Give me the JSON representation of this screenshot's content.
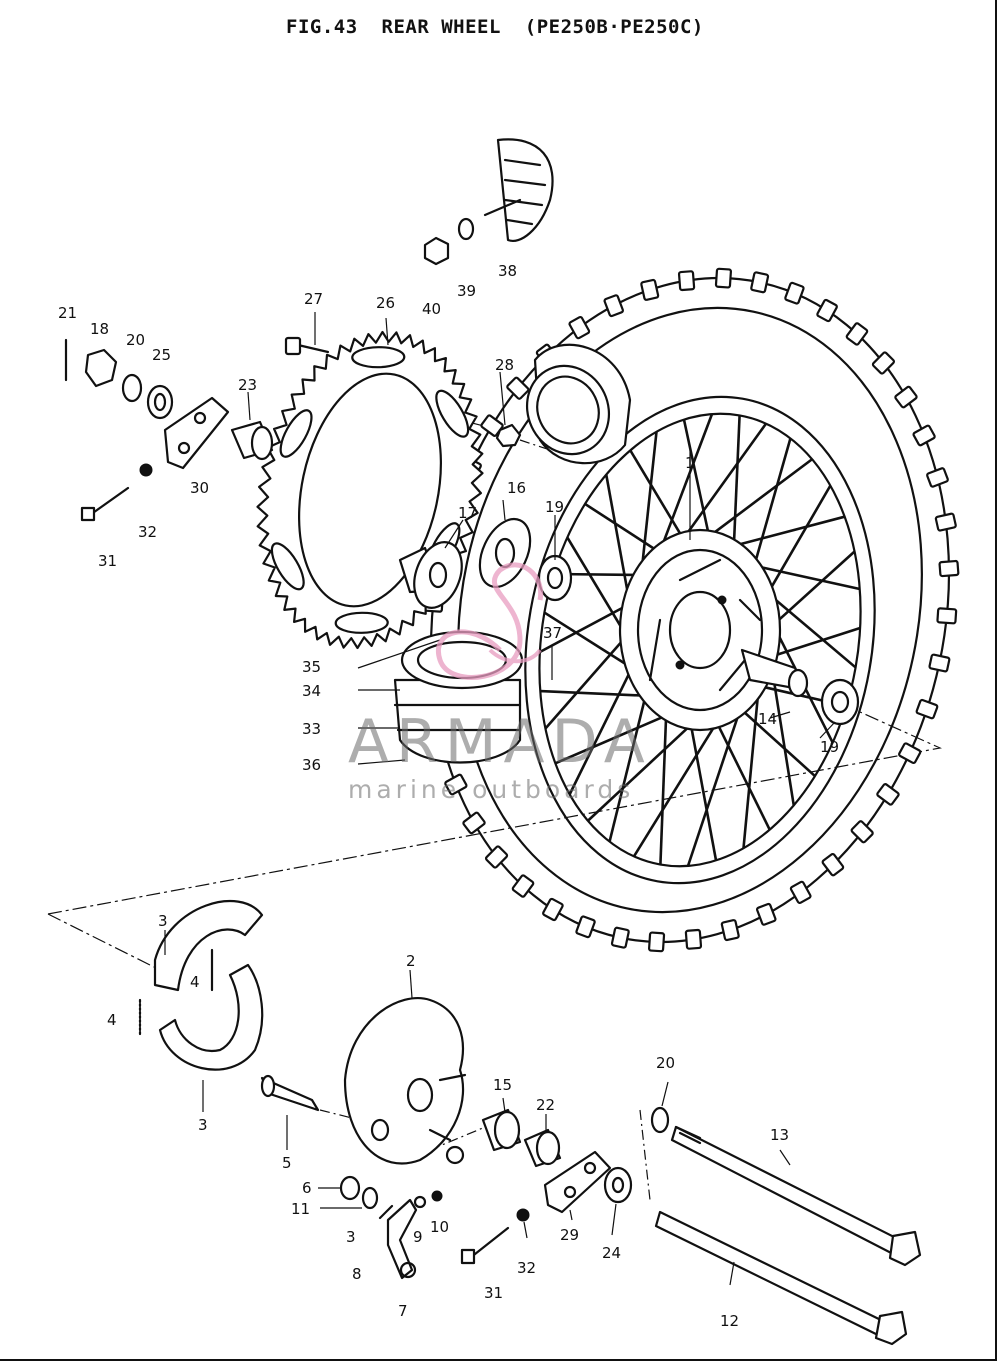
{
  "title": "FIG.43  REAR WHEEL  (PE250B·PE250C)",
  "watermark": {
    "brand": "ARMADA",
    "tagline": "marine outboards",
    "brand_color": "#e89cc0"
  },
  "part_labels": {
    "p2": "2",
    "p3a": "3",
    "p3b": "3",
    "p4a": "4",
    "p4b": "4",
    "p5": "5",
    "p6": "6",
    "p7": "7",
    "p8": "8",
    "p9": "9",
    "p10": "10",
    "p11": "11",
    "p12": "12",
    "p13": "13",
    "p14": "14",
    "p15": "15",
    "p16": "16",
    "p17": "17",
    "p18": "18",
    "p19a": "19",
    "p19b": "19",
    "p20a": "20",
    "p20b": "20",
    "p21": "21",
    "p22": "22",
    "p23": "23",
    "p24": "24",
    "p25": "25",
    "p26": "26",
    "p27": "27",
    "p28": "28",
    "p29": "29",
    "p30": "30",
    "p31a": "31",
    "p31b": "31",
    "p32a": "32",
    "p32b": "32",
    "p33": "33",
    "p34": "34",
    "p35": "35",
    "p36": "36",
    "p37": "37",
    "p38": "38",
    "p39": "39",
    "p40": "40",
    "p3c": "3",
    "p1": "1"
  }
}
